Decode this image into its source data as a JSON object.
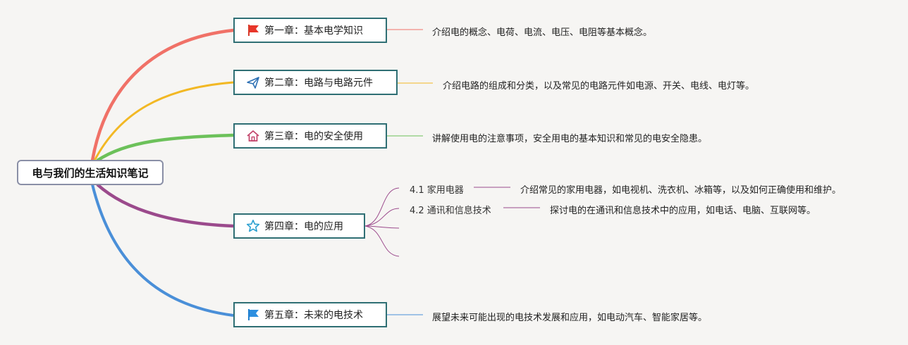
{
  "root": {
    "label": "电与我们的生活知识笔记"
  },
  "chapters": [
    {
      "label": "第一章：基本电学知识",
      "icon": "red-flag-icon",
      "color": "#f07167",
      "description": "介绍电的概念、电荷、电流、电压、电阻等基本概念。"
    },
    {
      "label": "第二章：电路与电路元件",
      "icon": "paper-plane-icon",
      "color": "#f2b824",
      "description": "介绍电路的组成和分类，以及常见的电路元件如电源、开关、电线、电灯等。"
    },
    {
      "label": "第三章：电的安全使用",
      "icon": "home-icon",
      "color": "#6cc15a",
      "description": "讲解使用电的注意事项，安全用电的基本知识和常见的电安全隐患。"
    },
    {
      "label": "第四章：电的应用",
      "icon": "star-icon",
      "color": "#9b4a8c",
      "subtopics": [
        {
          "label": "4.1 家用电器",
          "description": "介绍常见的家用电器，如电视机、洗衣机、冰箱等，以及如何正确使用和维护。"
        },
        {
          "label": "4.2 通讯和信息技术",
          "description": "探讨电的在通讯和信息技术中的应用，如电话、电脑、互联网等。"
        }
      ]
    },
    {
      "label": "第五章：未来的电技术",
      "icon": "blue-flag-icon",
      "color": "#4a8fd8",
      "description": "展望未来可能出现的电技术发展和应用，如电动汽车、智能家居等。"
    }
  ]
}
